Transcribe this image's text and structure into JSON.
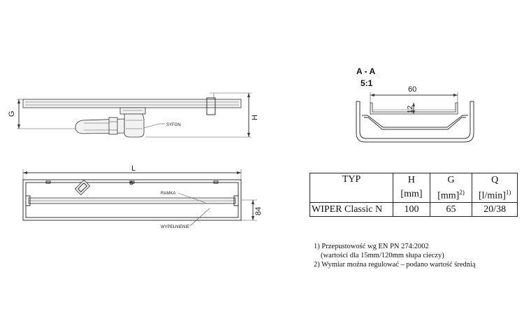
{
  "drawing": {
    "dim_g": "G",
    "dim_h": "H",
    "label_syfon": "SYFON",
    "dim_l": "L",
    "label_ramka": "RAMKA",
    "label_wypelnienie": "WYPEŁNIENIE",
    "dim_84": "84",
    "section_title": "A - A",
    "section_scale": "5:1",
    "dim_60": "60",
    "dim_12": "12"
  },
  "table": {
    "headers": [
      {
        "top": "TYP",
        "bottom": ""
      },
      {
        "top": "H",
        "bottom": "[mm]",
        "sup": ""
      },
      {
        "top": "G",
        "bottom": "[mm]",
        "sup": "2)"
      },
      {
        "top": "Q",
        "bottom": "[l/min]",
        "sup": "1)"
      }
    ],
    "rows": [
      {
        "typ": "WIPER Classic N",
        "h": "100",
        "g": "65",
        "q": "20/38"
      }
    ]
  },
  "notes": {
    "line1": "1) Przepustowość wg EN PN 274:2002",
    "line2": "(wartości dla 15mm/120mm słupa cieczy)",
    "line3": "2) Wymiar można regulować – podano wartość średnią"
  }
}
